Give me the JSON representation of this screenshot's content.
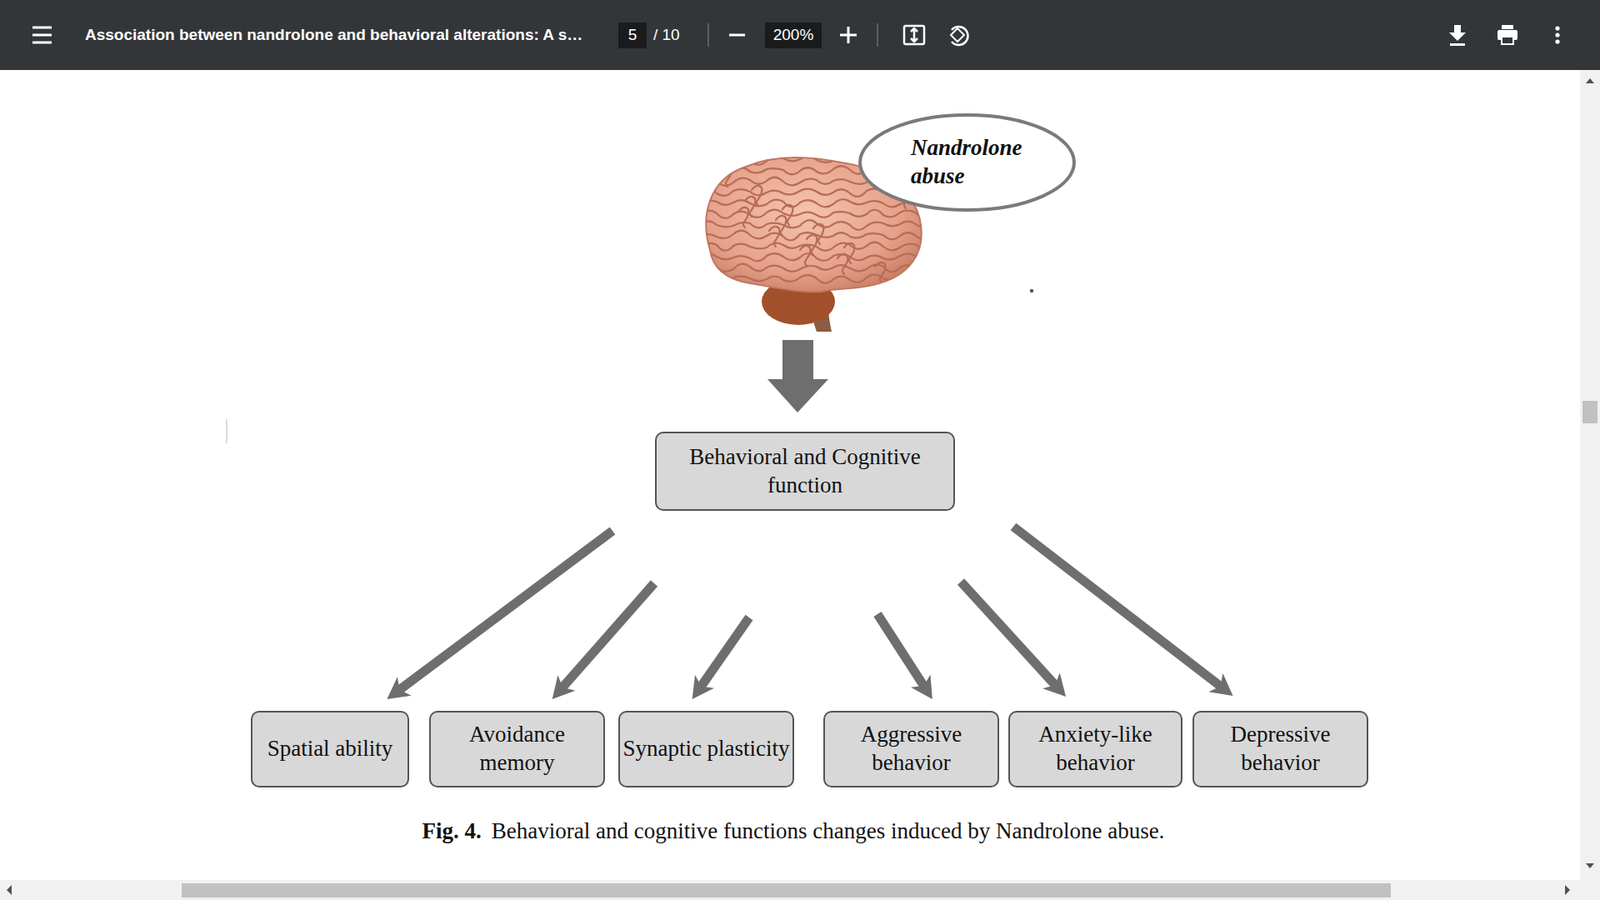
{
  "diagram": {
    "caption": "Behavioral and cognitive functions changes induced by Nandrolone abuse.",
    "nodes": [
      {
        "text": [
          "Nandrolone abuse"
        ]
      },
      {
        "text": [
          "Behavioral and Cognitive function"
        ]
      },
      {
        "text": [
          "Spatial ability"
        ]
      },
      {
        "text": [
          "Avoidance memory"
        ]
      },
      {
        "text": [
          "Synaptic plasticity"
        ]
      },
      {
        "text": [
          "Aggressive behavior"
        ]
      },
      {
        "text": [
          "Anxiety-like behavior"
        ]
      },
      {
        "text": [
          "Depressive behavior"
        ]
      }
    ],
    "edges": [
      {
        "from": 1,
        "to": 2,
        "arrow": "to"
      },
      {
        "from": 1,
        "to": 3,
        "arrow": "to"
      },
      {
        "from": 1,
        "to": 4,
        "arrow": "to"
      },
      {
        "from": 1,
        "to": 5,
        "arrow": "to"
      },
      {
        "from": 1,
        "to": 6,
        "arrow": "to"
      },
      {
        "from": 1,
        "to": 7,
        "arrow": "to"
      }
    ],
    "labels": [
      "Association between nandrolone and behavioral alterations: A s…",
      "5",
      "/ 10",
      "200%",
      "Fig. 4."
    ]
  }
}
